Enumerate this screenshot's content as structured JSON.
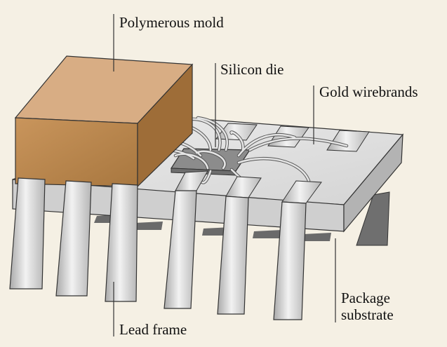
{
  "labels": {
    "polymerous_mold": "Polymerous mold",
    "silicon_die": "Silicon die",
    "gold_wirebrands": "Gold wirebrands",
    "lead_frame": "Lead frame",
    "package_substrate_line1": "Package",
    "package_substrate_line2": "substrate"
  },
  "colors": {
    "background": "#f5f0e4",
    "mold_front": "#b8864e",
    "mold_top": "#d9b08a",
    "mold_side": "#9c6c38",
    "substrate_top": "#e4e4e4",
    "substrate_front": "#c8c8c8",
    "lead": "#c9c9c9",
    "die": "#8a8a8a",
    "wire": "#dcdcdc"
  }
}
